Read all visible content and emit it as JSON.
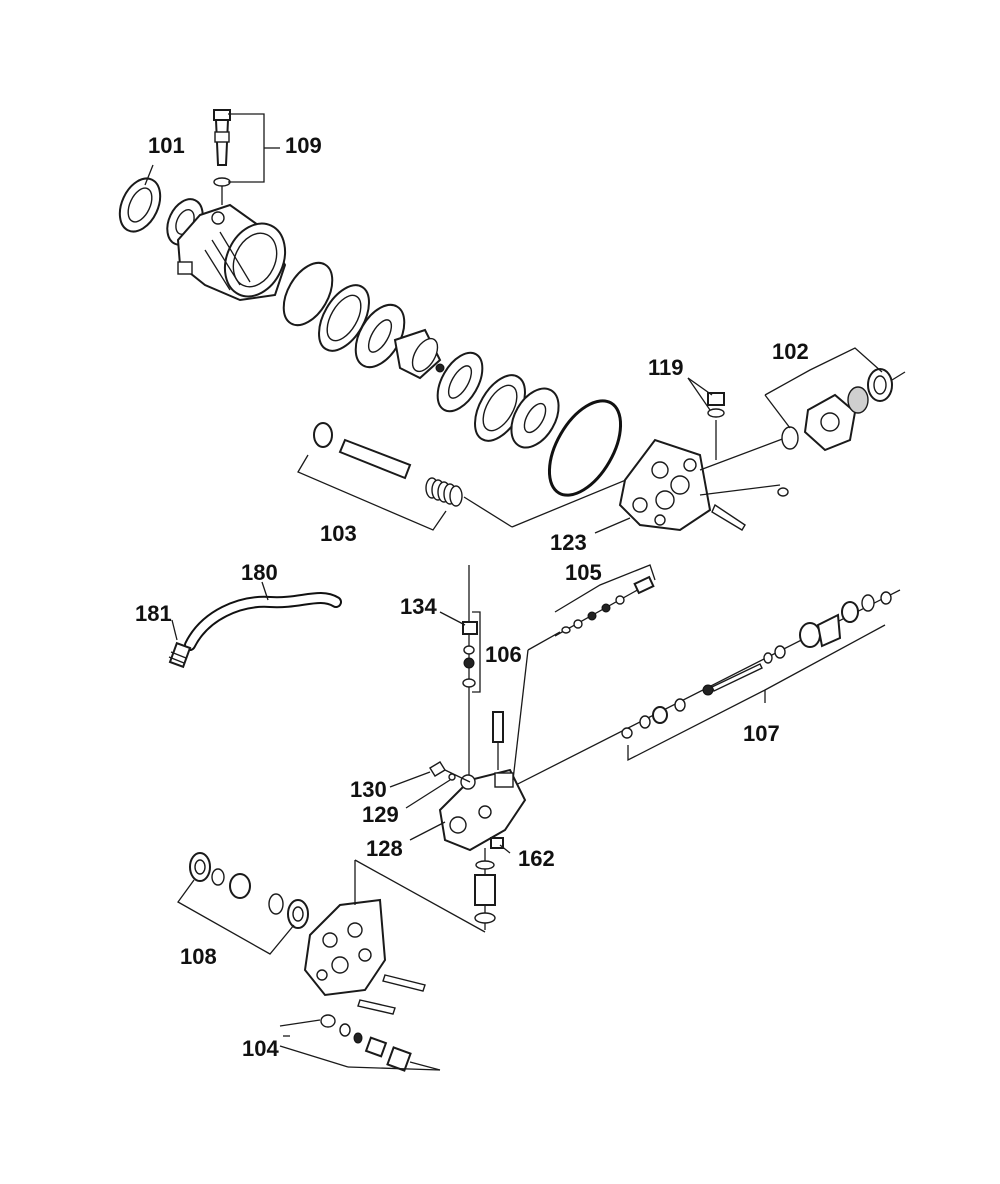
{
  "diagram": {
    "labels": {
      "l101": "101",
      "l109": "109",
      "l119": "119",
      "l102": "102",
      "l103": "103",
      "l123": "123",
      "l180": "180",
      "l181": "181",
      "l105": "105",
      "l134": "134",
      "l106": "106",
      "l107": "107",
      "l130": "130",
      "l129": "129",
      "l128": "128",
      "l162": "162",
      "l108": "108",
      "l104": "104"
    }
  }
}
